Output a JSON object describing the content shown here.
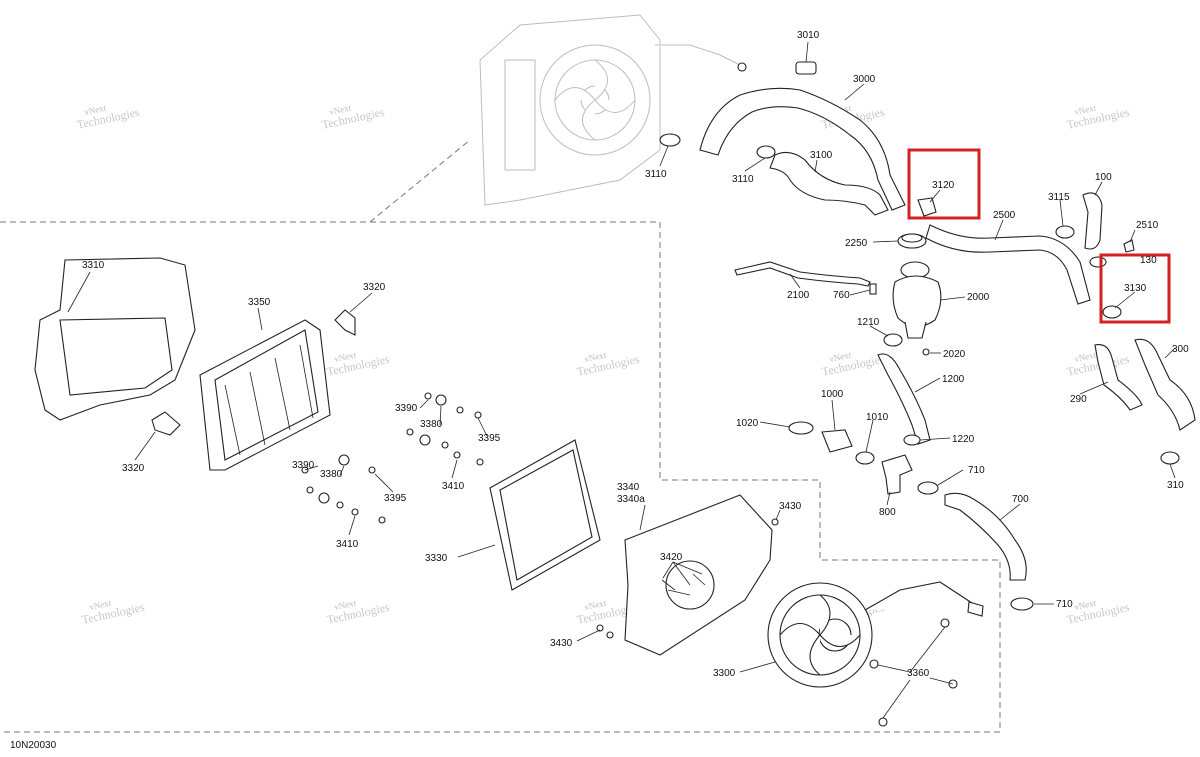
{
  "figure_id": "10N20030",
  "watermark": {
    "line1": "vNext",
    "line2": "Technologies"
  },
  "colors": {
    "highlight": "#d32020",
    "line": "#222222",
    "ghost": "#bdbdbd",
    "watermark": "#c8c8c8"
  },
  "callouts": {
    "c3010": "3010",
    "c3000": "3000",
    "c3110a": "3110",
    "c3110b": "3110",
    "c3100": "3100",
    "c3120": "3120",
    "c3115": "3115",
    "c100": "100",
    "c2500": "2500",
    "c2510": "2510",
    "c2250": "2250",
    "c130": "130",
    "c3130": "3130",
    "c2100": "2100",
    "c760": "760",
    "c2000": "2000",
    "c1210": "1210",
    "c2020": "2020",
    "c300": "300",
    "c290": "290",
    "c310": "310",
    "c1200": "1200",
    "c1020": "1020",
    "c1000": "1000",
    "c1010": "1010",
    "c1220": "1220",
    "c710a": "710",
    "c800": "800",
    "c700": "700",
    "c710b": "710",
    "c3310": "3310",
    "c3350": "3350",
    "c3320a": "3320",
    "c3320b": "3320",
    "c3390a": "3390",
    "c3380a": "3380",
    "c3395a": "3395",
    "c3390b": "3390",
    "c3380b": "3380",
    "c3410a": "3410",
    "c3395b": "3395",
    "c3410b": "3410",
    "c3340": "3340",
    "c3340a": "3340a",
    "c3430a": "3430",
    "c3420": "3420",
    "c3330": "3330",
    "c3430b": "3430",
    "c3300": "3300",
    "c3360": "3360"
  }
}
